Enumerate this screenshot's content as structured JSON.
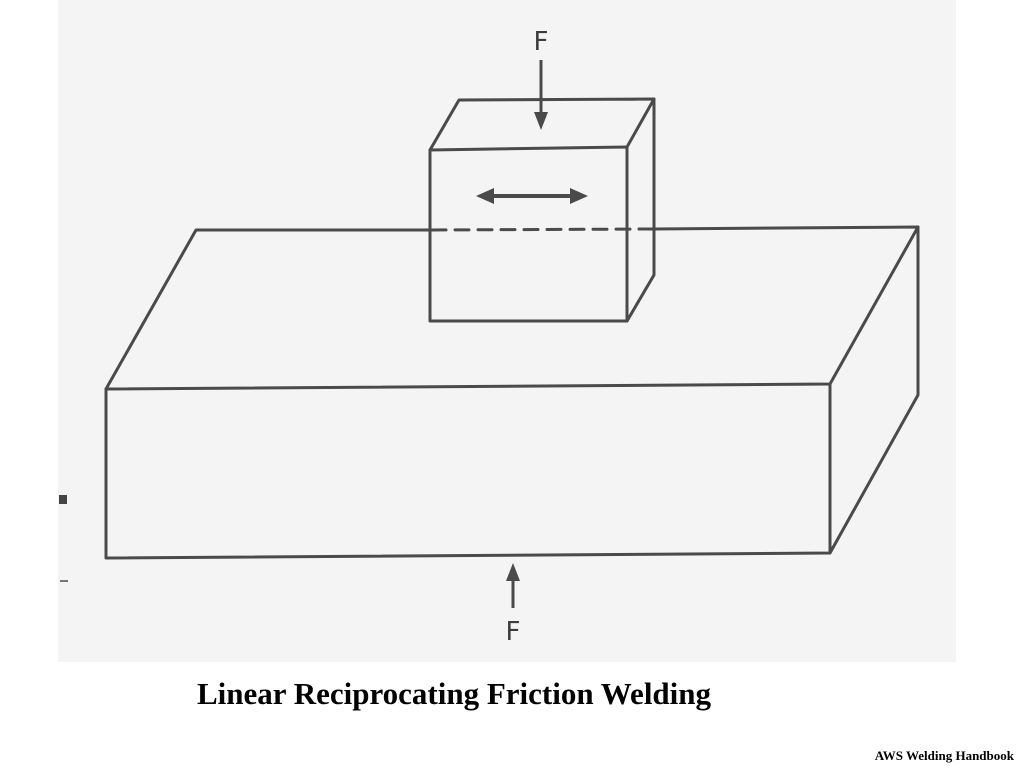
{
  "diagram": {
    "top_force_label": "F",
    "bottom_force_label": "F"
  },
  "caption": "Linear Reciprocating Friction Welding",
  "source": "AWS Welding Handbook",
  "colors": {
    "line": "#4a4a4a",
    "panel": "#f4f4f4",
    "text": "#000000"
  }
}
